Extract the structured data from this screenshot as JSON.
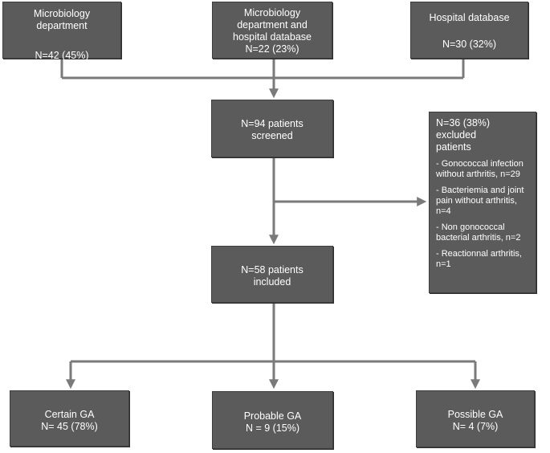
{
  "sources": {
    "microbiology": {
      "lines": [
        "Microbiology",
        "department"
      ],
      "count": "N=42 (45%)"
    },
    "both": {
      "lines": [
        "Microbiology",
        "department and",
        "hospital database"
      ],
      "count": "N=22 (23%)"
    },
    "hospital": {
      "lines": [
        "Hospital database"
      ],
      "count": "N=30 (32%)"
    }
  },
  "screened": {
    "lines": [
      "N=94 patients",
      "screened"
    ]
  },
  "excluded": {
    "title_lines": [
      "N=36 (38%) excluded",
      "patients"
    ],
    "items": [
      "- Gonococcal infection without arthritis, n=29",
      "- Bacteriemia and joint pain without arthritis, n=4",
      "- Non gonococcal bacterial arthritis, n=2",
      "- Reactionnal arthritis, n=1"
    ]
  },
  "included": {
    "lines": [
      "N=58 patients",
      "included"
    ]
  },
  "outcomes": {
    "certain": {
      "label": "Certain GA",
      "count": "N= 45 (78%)"
    },
    "probable": {
      "label": "Probable GA",
      "count": "N = 9 (15%)"
    },
    "possible": {
      "label": "Possible GA",
      "count": "N= 4 (7%)"
    }
  },
  "colors": {
    "box_fill": "#5b5b5b",
    "arrow": "#7a7a7a",
    "text": "#ffffff"
  }
}
